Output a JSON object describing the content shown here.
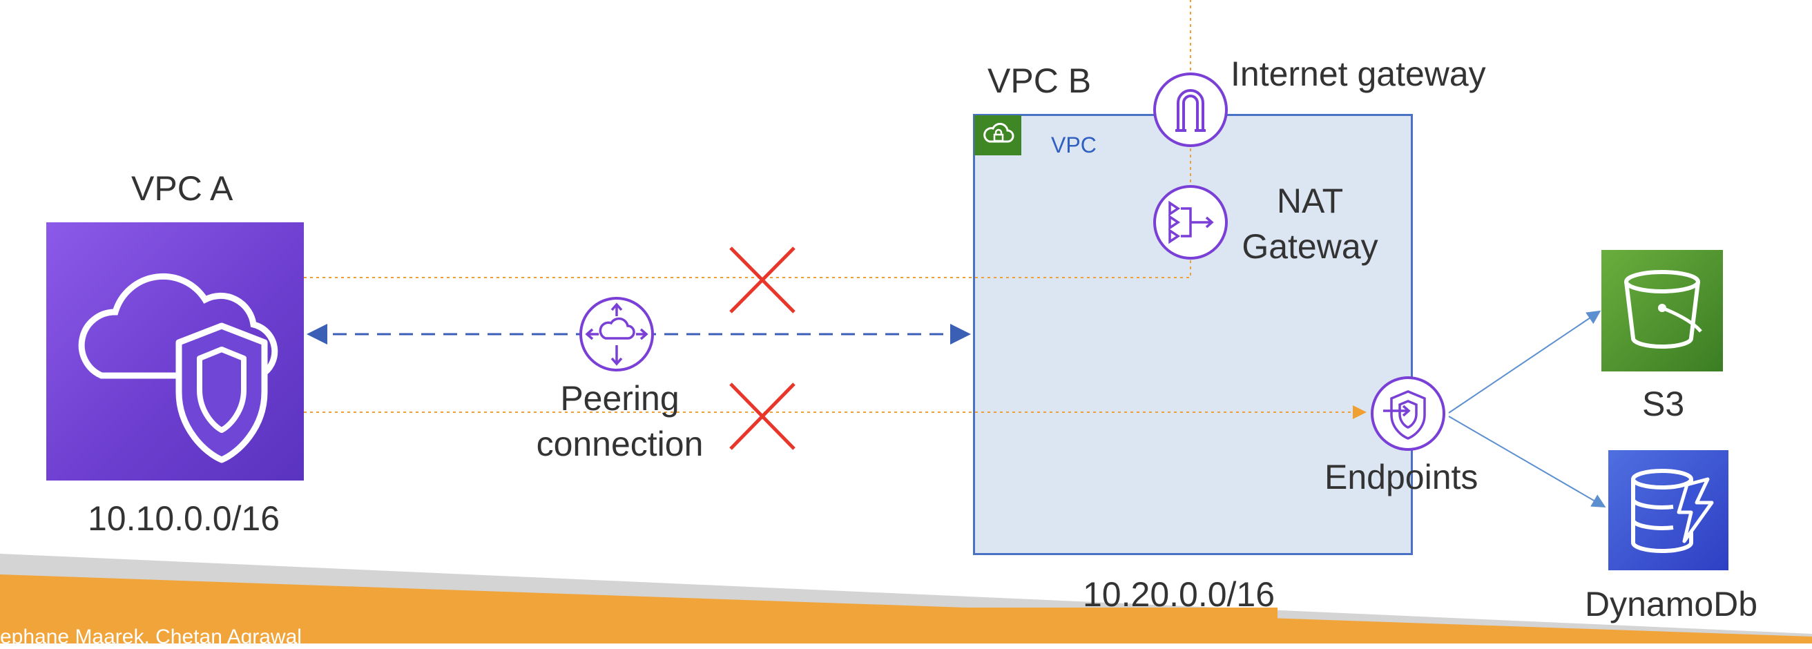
{
  "vpc_a": {
    "title": "VPC A",
    "cidr": "10.10.0.0/16"
  },
  "vpc_b": {
    "title": "VPC B",
    "tag": "VPC",
    "cidr": "10.20.0.0/16"
  },
  "peering": {
    "line1": "Peering",
    "line2": "connection"
  },
  "internet_gateway": {
    "label": "Internet gateway"
  },
  "nat_gateway": {
    "line1": "NAT",
    "line2": "Gateway"
  },
  "endpoints": {
    "label": "Endpoints"
  },
  "s3": {
    "label": "S3"
  },
  "dynamodb": {
    "label": "DynamoDb"
  },
  "footer": {
    "author": "ephane Maarek, Chetan Agrawal"
  },
  "colors": {
    "vpc_fill": "#dce6f2",
    "vpc_border": "#4a72c4",
    "peering_line": "#3b5fb5",
    "traffic_line": "#f0a030",
    "blocked_x": "#e8372a",
    "icon_purple": "#7a3fd6",
    "footer_orange": "#f0a43a"
  }
}
